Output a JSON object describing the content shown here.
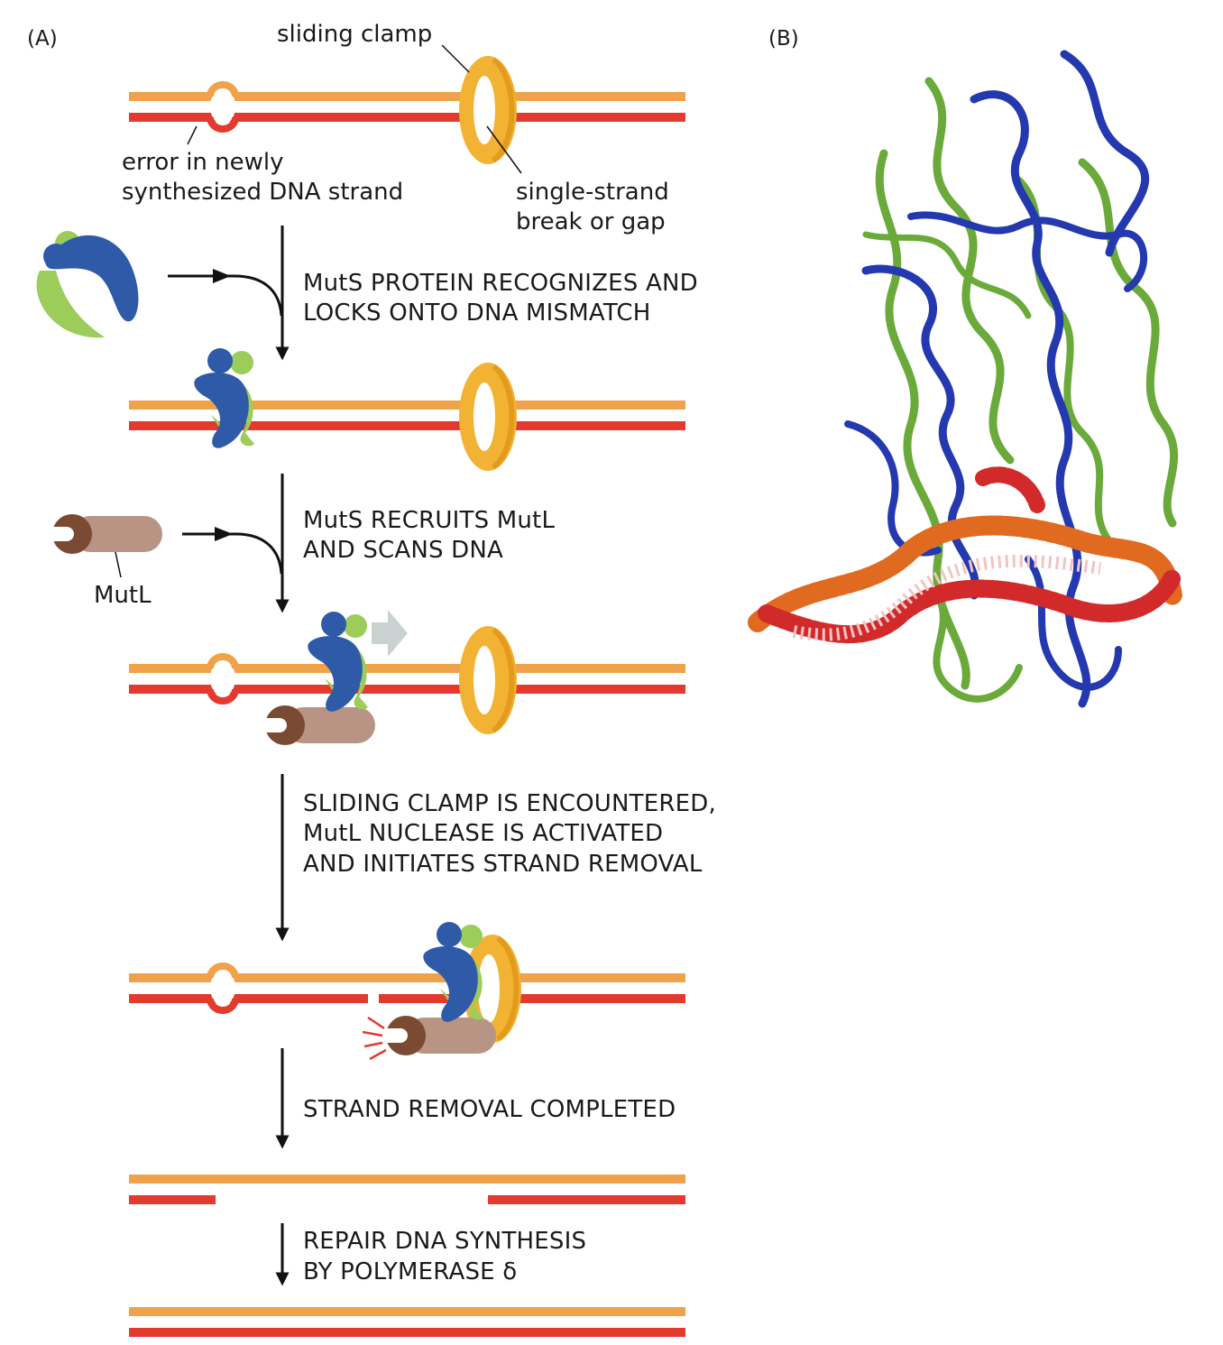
{
  "panels": {
    "a": "(A)",
    "b": "(B)"
  },
  "labels": {
    "sliding_clamp": "sliding clamp",
    "error_line1": "error in newly",
    "error_line2": "synthesized DNA strand",
    "break_line1": "single-strand",
    "break_line2": "break or gap",
    "mutl": "MutL"
  },
  "steps": [
    {
      "line1": "MutS PROTEIN RECOGNIZES AND",
      "line2": "LOCKS ONTO DNA MISMATCH",
      "line3": ""
    },
    {
      "line1": "MutS RECRUITS MutL",
      "line2": "AND SCANS DNA",
      "line3": ""
    },
    {
      "line1": "SLIDING CLAMP IS ENCOUNTERED,",
      "line2": "MutL NUCLEASE IS ACTIVATED",
      "line3": "AND INITIATES STRAND REMOVAL"
    },
    {
      "line1": "STRAND REMOVAL COMPLETED",
      "line2": "",
      "line3": ""
    },
    {
      "line1": "REPAIR DNA SYNTHESIS",
      "line2": "BY POLYMERASE δ",
      "line3": ""
    }
  ],
  "colors": {
    "template_strand": "#f0a24a",
    "new_strand": "#e43a2e",
    "clamp": "#f2b233",
    "muts_blue": "#2e5aa8",
    "muts_green": "#9ccc5a",
    "mutl_dark": "#7a4a33",
    "mutl_light": "#b89484",
    "structure_green": "#6aaa3a",
    "structure_blue": "#2438b0"
  }
}
